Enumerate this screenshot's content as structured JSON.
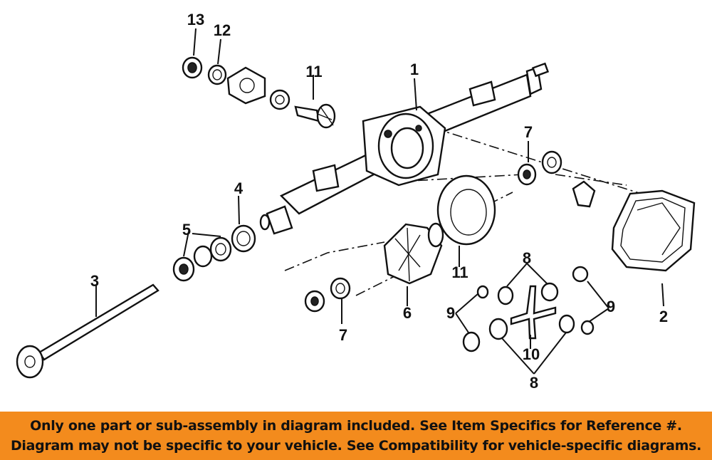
{
  "callouts": {
    "c1": "1",
    "c2": "2",
    "c3": "3",
    "c4": "4",
    "c5": "5",
    "c6": "6",
    "c7a": "7",
    "c7b": "7",
    "c8a": "8",
    "c8b": "8",
    "c9a": "9",
    "c9b": "9",
    "c10": "10",
    "c11a": "11",
    "c11b": "11",
    "c12": "12",
    "c13": "13"
  },
  "banner": {
    "line1": "Only one part or sub-assembly in diagram included. See Item Specifics for Reference #.",
    "line2": "Diagram may not be specific to your vehicle. See Compatibility for vehicle-specific diagrams."
  },
  "colors": {
    "banner_bg": "#f38b1d",
    "ink": "#111111"
  }
}
